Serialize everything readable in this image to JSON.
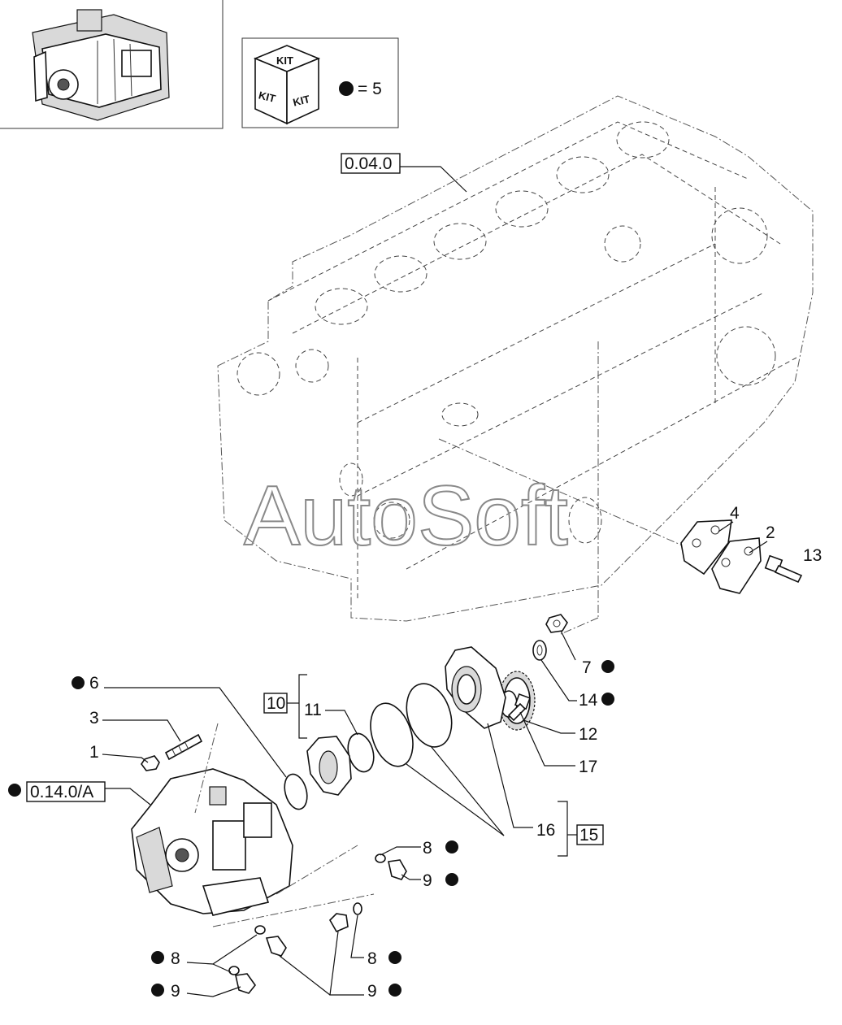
{
  "kit_box": {
    "face_top": "KIT",
    "face_left": "KIT",
    "face_right": "KIT",
    "legend_value": "= 5"
  },
  "watermark": "AutoSoft",
  "refs": {
    "block": "0.04.0",
    "pump": "0.14.0/A"
  },
  "groups": {
    "g10": "10",
    "g15": "15"
  },
  "callouts": {
    "c1": "1",
    "c2": "2",
    "c3": "3",
    "c4": "4",
    "c6": "6",
    "c7": "7",
    "c8a": "8",
    "c8b": "8",
    "c8c": "8",
    "c9a": "9",
    "c9b": "9",
    "c9c": "9",
    "c11": "11",
    "c12": "12",
    "c13": "13",
    "c14": "14",
    "c16": "16",
    "c17": "17"
  }
}
